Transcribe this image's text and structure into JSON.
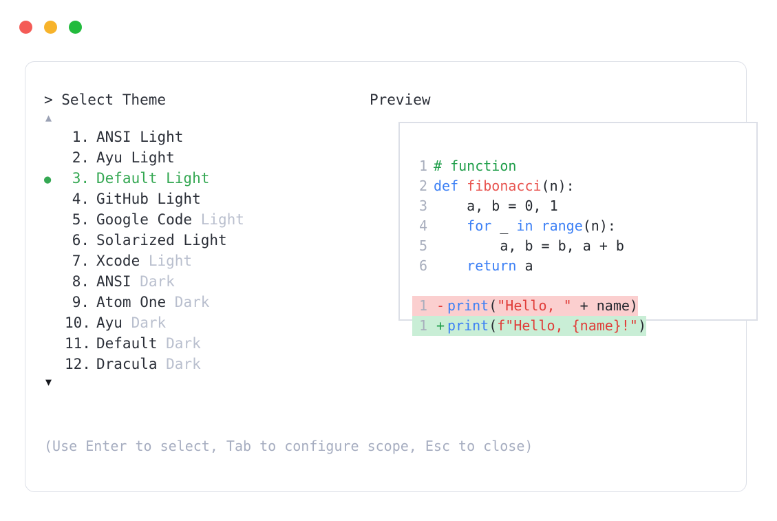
{
  "window": {
    "buttons": [
      {
        "name": "close",
        "color": "#f45b56"
      },
      {
        "name": "minimize",
        "color": "#f7b32b"
      },
      {
        "name": "maximize",
        "color": "#22bb3d"
      }
    ]
  },
  "selector": {
    "prompt_label": "> Select Theme",
    "scroll_up_glyph": "▲",
    "scroll_down_glyph": "▼",
    "selected_bullet": "●",
    "selected_index": 3,
    "accent_color": "#35a853",
    "items": [
      {
        "number": "1.",
        "name": "ANSI Light",
        "variant": "",
        "selected": false
      },
      {
        "number": "2.",
        "name": "Ayu Light",
        "variant": "",
        "selected": false
      },
      {
        "number": "3.",
        "name": "Default Light",
        "variant": "",
        "selected": true
      },
      {
        "number": "4.",
        "name": "GitHub Light",
        "variant": "",
        "selected": false
      },
      {
        "number": "5.",
        "name": "Google Code ",
        "variant": "Light",
        "selected": false
      },
      {
        "number": "6.",
        "name": "Solarized Light",
        "variant": "",
        "selected": false
      },
      {
        "number": "7.",
        "name": "Xcode ",
        "variant": "Light",
        "selected": false
      },
      {
        "number": "8.",
        "name": "ANSI ",
        "variant": "Dark",
        "selected": false
      },
      {
        "number": "9.",
        "name": "Atom One ",
        "variant": "Dark",
        "selected": false
      },
      {
        "number": "10.",
        "name": "Ayu ",
        "variant": "Dark",
        "selected": false
      },
      {
        "number": "11.",
        "name": "Default ",
        "variant": "Dark",
        "selected": false
      },
      {
        "number": "12.",
        "name": "Dracula ",
        "variant": "Dark",
        "selected": false
      }
    ]
  },
  "preview": {
    "label": "Preview",
    "code_lines": [
      {
        "num": "1",
        "tokens": [
          {
            "t": "# function",
            "c": "comment"
          }
        ]
      },
      {
        "num": "2",
        "tokens": [
          {
            "t": "def ",
            "c": "kw"
          },
          {
            "t": "fibonacci",
            "c": "fn"
          },
          {
            "t": "(n):",
            "c": "plain"
          }
        ]
      },
      {
        "num": "3",
        "tokens": [
          {
            "t": "    a, b = 0, 1",
            "c": "plain"
          }
        ]
      },
      {
        "num": "4",
        "tokens": [
          {
            "t": "    ",
            "c": "plain"
          },
          {
            "t": "for",
            "c": "kw"
          },
          {
            "t": " _ ",
            "c": "plain"
          },
          {
            "t": "in range",
            "c": "kw"
          },
          {
            "t": "(n):",
            "c": "plain"
          }
        ]
      },
      {
        "num": "5",
        "tokens": [
          {
            "t": "        a, b = b, a + b",
            "c": "plain"
          }
        ]
      },
      {
        "num": "6",
        "tokens": [
          {
            "t": "    ",
            "c": "plain"
          },
          {
            "t": "return",
            "c": "kw"
          },
          {
            "t": " a",
            "c": "plain"
          }
        ]
      }
    ],
    "diff_lines": [
      {
        "num": "1",
        "sign": "-",
        "kind": "del",
        "tokens": [
          {
            "t": "print",
            "c": "kw"
          },
          {
            "t": "(",
            "c": "plain"
          },
          {
            "t": "\"Hello, \"",
            "c": "str"
          },
          {
            "t": " + name)",
            "c": "plain"
          }
        ]
      },
      {
        "num": "1",
        "sign": "+",
        "kind": "add",
        "tokens": [
          {
            "t": "print",
            "c": "kw"
          },
          {
            "t": "(",
            "c": "plain"
          },
          {
            "t": "f\"Hello, {name}!\"",
            "c": "str"
          },
          {
            "t": ")",
            "c": "plain"
          }
        ]
      }
    ],
    "colors": {
      "comment": "#1f9e4a",
      "keyword": "#3b7ff5",
      "function": "#e8534f",
      "string": "#e03c38",
      "plain": "#24282f",
      "line_number": "#a8aebd",
      "diff_removed_bg": "#fbcfcf",
      "diff_added_bg": "#c9eed6"
    }
  },
  "footer": {
    "hint": "(Use Enter to select, Tab to configure scope, Esc to close)"
  }
}
